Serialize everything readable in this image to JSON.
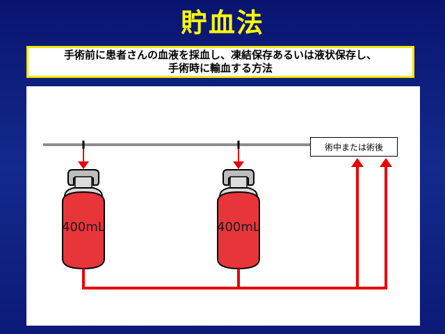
{
  "title": "貯血法",
  "description": {
    "line1": "手術前に患者さんの血液を採血し、凍結保存あるいは液状保存し、",
    "line2": "手術時に輸血する方法"
  },
  "timing_label": "術中または術後",
  "bags": [
    {
      "label": "400mL"
    },
    {
      "label": "400mL"
    }
  ],
  "colors": {
    "background": "#0a1470",
    "title": "#ffff00",
    "box_border": "#f2e600",
    "blood": "#e8353a",
    "flow_line": "#e60000",
    "timeline": "#888888"
  }
}
